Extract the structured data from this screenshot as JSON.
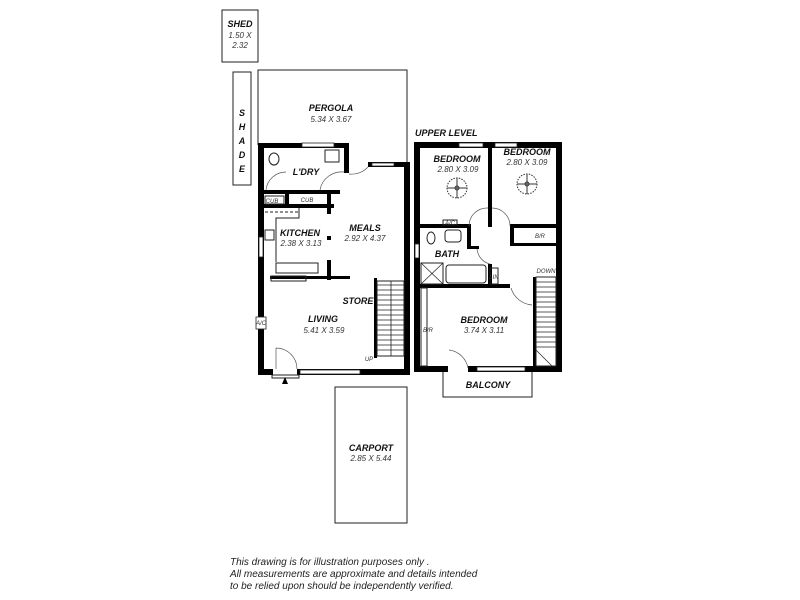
{
  "shed": {
    "label": "SHED",
    "dim1": "1.50 X",
    "dim2": "2.32"
  },
  "shade": {
    "letters": [
      "S",
      "H",
      "A",
      "D",
      "E"
    ]
  },
  "pergola": {
    "label": "PERGOLA",
    "dim": "5.34 X 3.67"
  },
  "lower": {
    "laundry": "L'DRY",
    "cub1": "CUB",
    "cub2": "CUB",
    "kitchen": {
      "label": "KITCHEN",
      "dim": "2.38 X 3.13"
    },
    "meals": {
      "label": "MEALS",
      "dim": "2.92 X 4.37"
    },
    "store": "STORE",
    "living": {
      "label": "LIVING",
      "dim": "5.41 X 3.59"
    },
    "ac": "A/C",
    "up": "UP"
  },
  "upper": {
    "title": "UPPER LEVEL",
    "bedroom1": {
      "label": "BEDROOM",
      "dim": "2.80 X 3.09"
    },
    "bedroom2": {
      "label": "BEDROOM",
      "dim": "2.80 X 3.09"
    },
    "bedroom3": {
      "label": "BEDROOM",
      "dim": "3.74 X 3.11"
    },
    "bath": "BATH",
    "ac": "A/C",
    "br1": "B/R",
    "br2": "B/R",
    "lin": "LIN",
    "down": "DOWN",
    "balcony": "BALCONY"
  },
  "carport": {
    "label": "CARPORT",
    "dim": "2.85 X 5.44"
  },
  "disclaimer": [
    "This drawing is for illustration purposes only .",
    "All measurements are approximate and details intended",
    "to be relied upon should be independently verified."
  ]
}
